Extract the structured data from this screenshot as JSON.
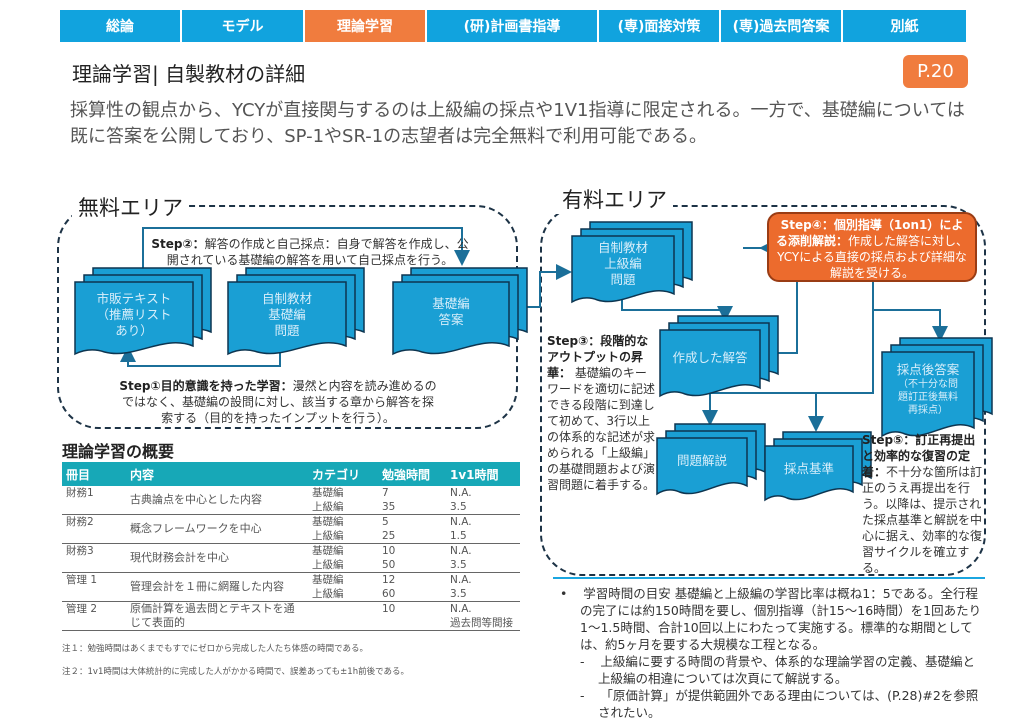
{
  "nav": {
    "tabs": [
      "総論",
      "モデル",
      "理論学習",
      "(研)計画書指導",
      "(専)面接対策",
      "(専)過去問答案",
      "別紙"
    ],
    "active": "理論学習"
  },
  "header": {
    "title": "理論学習| 自製教材の詳細",
    "page": "P.20"
  },
  "intro": "採算性の観点から、YCYが直接関与するのは上級編の採点や1V1指導に限定される。一方で、基礎編については既に答案を公開しており、SP-1やSR-1の志望者は完全無料で利用可能である。",
  "free": {
    "label": "無料エリア",
    "docs": [
      [
        "市販テキスト",
        "（推薦リスト",
        "あり）"
      ],
      [
        "自制教材",
        "基礎編",
        "問題"
      ],
      [
        "基礎編",
        "答案"
      ]
    ],
    "step2_title": "Step②：",
    "step2_body": "解答の作成と自己採点：自身で解答を作成し、公開されている基礎編の解答を用いて自己採点を行う。",
    "step1_title": "Step①目的意識を持った学習：",
    "step1_body": "漫然と内容を読み進めるのではなく、基礎編の設問に対し、該当する章から解答を探索する（目的を持ったインプットを行う）。"
  },
  "paid": {
    "label": "有料エリア",
    "docs": [
      [
        "自制教材",
        "上級編",
        "問題"
      ],
      [
        "作成した解答"
      ],
      [
        "問題解説"
      ],
      [
        "採点基準"
      ],
      [
        "採点後答案",
        "（不十分な問",
        "題訂正後無料",
        "再採点）"
      ]
    ],
    "step4_title": "Step④：個別指導（1on1）による添削解説：",
    "step4_body": "作成した解答に対し、YCYによる直接の採点および詳細な解説を受ける。",
    "step3_title": "Step③：段階的なアウトプットの昇華：",
    "step3_body": " 基礎編のキーワードを適切に記述できる段階に到達して初めて、3行以上の体系的な記述が求められる「上級編」の基礎問題および演習問題に着手する。",
    "step5_title": "Step⑤：訂正再提出と効率的な復習の定着：",
    "step5_body": "不十分な箇所は訂正のうえ再提出を行う。以降は、提示された採点基準と解説を中心に据え、効率的な復習サイクルを確立する。"
  },
  "overview": {
    "title": "理論学習の概要",
    "headers": [
      "冊目",
      "内容",
      "カテゴリ",
      "勉強時間",
      "1v1時間"
    ],
    "rows": [
      {
        "book": "財務1",
        "content": "古典論点を中心とした内容",
        "lines": [
          [
            "基礎編",
            "7",
            "N.A."
          ],
          [
            "上級編",
            "35",
            "3.5"
          ]
        ]
      },
      {
        "book": "財務2",
        "content": "概念フレームワークを中心",
        "lines": [
          [
            "基礎編",
            "5",
            "N.A."
          ],
          [
            "上級編",
            "25",
            "1.5"
          ]
        ]
      },
      {
        "book": "財務3",
        "content": "現代財務会計を中心",
        "lines": [
          [
            "基礎編",
            "10",
            "N.A."
          ],
          [
            "上級編",
            "50",
            "3.5"
          ]
        ]
      },
      {
        "book": "管理 1",
        "content": "管理会計を１冊に網羅した内容",
        "lines": [
          [
            "基礎編",
            "12",
            "N.A."
          ],
          [
            "上級編",
            "60",
            "3.5"
          ]
        ]
      },
      {
        "book": "管理 2",
        "content": "原価計算を過去問とテキストを通じて表面的",
        "lines": [
          [
            "",
            "10",
            "N.A."
          ],
          [
            "",
            "",
            "過去問等間接"
          ]
        ]
      }
    ],
    "notes": [
      "注１：勉強時間はあくまでもすでにゼロから完成した人たち体感の時間である。",
      "注２：1v1時間は大体統計的に完成した人がかかる時間で、誤差あっても±1h前後である。"
    ]
  },
  "bullets": {
    "main": "学習時間の目安 基礎編と上級編の学習比率は概ね1：5である。全行程の完了には約150時間を要し、個別指導（計15～16時間）を1回あたり1～1.5時間、合計10回以上にわたって実施する。標準的な期間としては、約5ヶ月を要する大規模な工程となる。",
    "subs": [
      "上級編に要する時間の背景や、体系的な理論学習の定義、基礎編と上級編の相違については次頁にて解説する。",
      "「原価計算」が提供範囲外である理由については、(P.28)#2を参照されたい。"
    ]
  },
  "colors": {
    "tab": "#11a3de",
    "accent": "#f07c3e",
    "doc": "#1a9fd4",
    "table_header": "#17a8b7"
  }
}
